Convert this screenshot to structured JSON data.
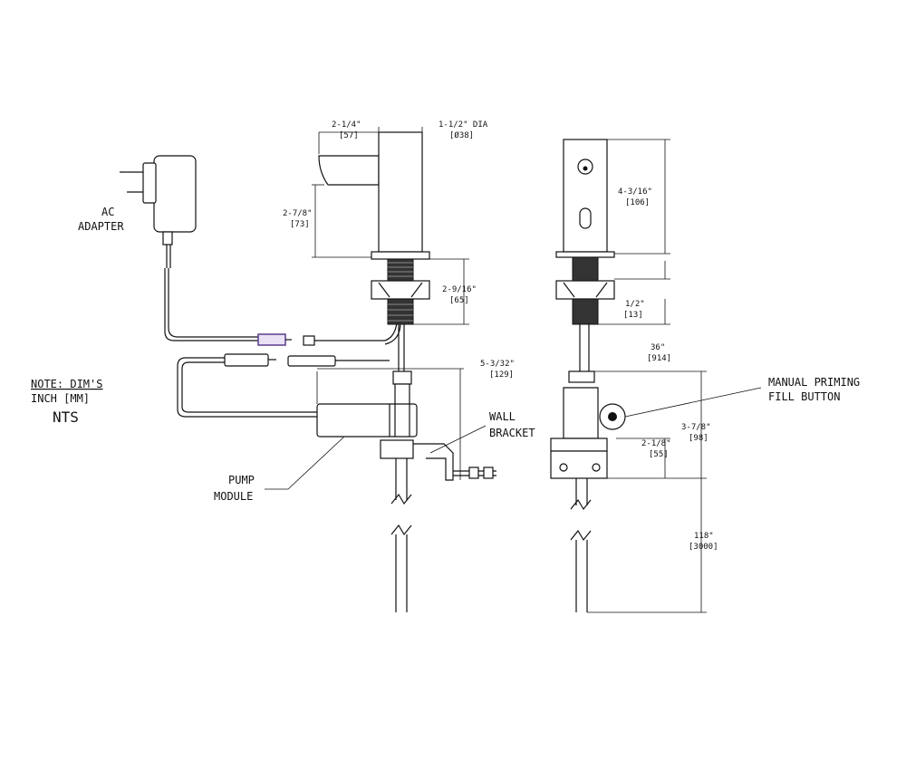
{
  "labels": {
    "ac_adapter": [
      "AC",
      "ADAPTER"
    ],
    "note": [
      "NOTE: DIM'S",
      "INCH [MM]",
      "NTS"
    ],
    "pump_module": [
      "PUMP",
      "MODULE"
    ],
    "wall_bracket": [
      "WALL",
      "BRACKET"
    ],
    "manual_priming": [
      "MANUAL PRIMING",
      "FILL BUTTON"
    ]
  },
  "dimensions": {
    "spout_reach": [
      "2-1/4\"",
      "[57]"
    ],
    "body_dia": [
      "1-1/2\" DIA",
      "[Ø38]"
    ],
    "spout_height": [
      "2-7/8\"",
      "[73]"
    ],
    "shank": [
      "2-9/16\"",
      "[65]"
    ],
    "pump_offset": [
      "5-3/32\"",
      "[129]"
    ],
    "side_height": [
      "4-3/16\"",
      "[106]"
    ],
    "deck_thickness": [
      "1/2\"",
      "[13]"
    ],
    "tube_length": [
      "36\"",
      "[914]"
    ],
    "pump_height": [
      "3-7/8\"",
      "[98]"
    ],
    "bracket_height": [
      "2-1/8\"",
      "[55]"
    ],
    "supply_length": [
      "118\"",
      "[3000]"
    ]
  }
}
